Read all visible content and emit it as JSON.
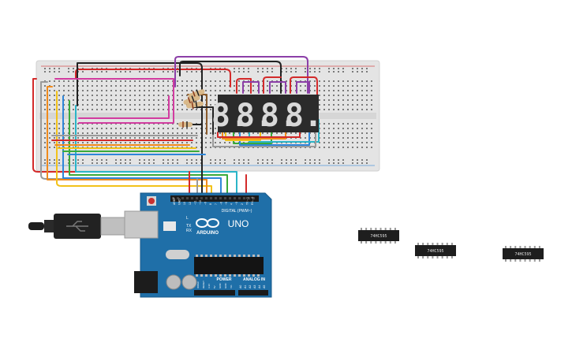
{
  "display": {
    "digits": [
      "8.",
      "8.",
      "8.",
      "8."
    ]
  },
  "arduino": {
    "brand": "ARDUINO",
    "model": "UNO",
    "digital_label": "DIGITAL (PWM~)",
    "power_label": "POWER",
    "analog_label": "ANALOG IN",
    "pin_labels_top": [
      "AREF",
      "GND",
      "13",
      "12",
      "~11",
      "~10",
      "~9",
      "8",
      "7",
      "~6",
      "~5",
      "4",
      "~3",
      "2",
      "TX→1",
      "RX←0"
    ],
    "pin_labels_power": [
      "IOREF",
      "RESET",
      "3.3V",
      "5V",
      "GND",
      "GND",
      "Vin"
    ],
    "pin_labels_analog": [
      "A0",
      "A1",
      "A2",
      "A3",
      "A4",
      "A5"
    ],
    "leds": [
      "L",
      "TX",
      "RX"
    ]
  },
  "chips": [
    {
      "label": "74HC595"
    },
    {
      "label": "74HC595"
    },
    {
      "label": "74HC595"
    }
  ],
  "colors": {
    "breadboard": "#e8e8e8",
    "arduino_pcb": "#1f6fa8",
    "display_body": "#2b2b2b",
    "segment": "#d9d9d9",
    "wire_red": "#d32a2a",
    "wire_black": "#222222",
    "wire_purple": "#8c3fa8",
    "wire_magenta": "#d23ca0",
    "wire_orange": "#f08a1c",
    "wire_yellow": "#f2c21a",
    "wire_green": "#3aaa3a",
    "wire_blue": "#2f86d9",
    "wire_cyan": "#2bb5c8",
    "wire_gray": "#9a9a9a",
    "wire_brown": "#8a5a2b"
  }
}
